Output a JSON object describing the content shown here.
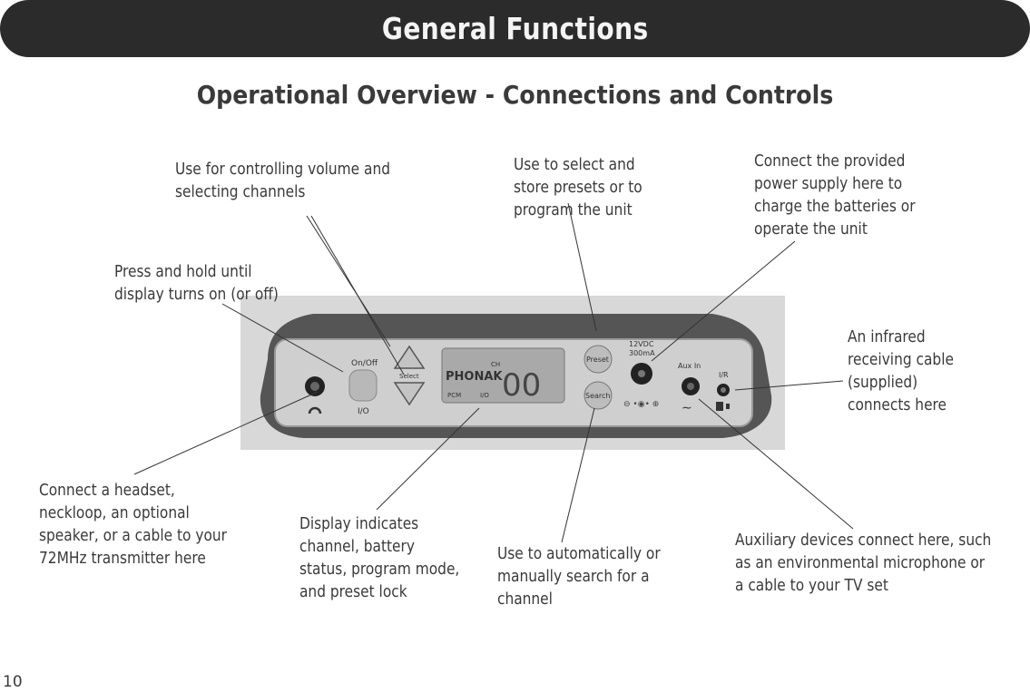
{
  "header": {
    "title": "General Functions"
  },
  "subtitle": "Operational Overview -  Connections and Controls",
  "callouts": {
    "volume": "Use for controlling volume and\nselecting channels",
    "preset": "Use to select and\nstore presets or to\nprogram the unit",
    "power": "Connect the provided\npower supply here to\ncharge the batteries or\noperate the unit",
    "onoff": "Press and hold until\ndisplay turns on (or off)",
    "infrared": "An infrared\nreceiving cable\n(supplied)\nconnects here",
    "headset": "Connect a headset,\nneckloop, an optional\nspeaker, or a cable to your\n72MHz transmitter here",
    "display": "Display indicates\nchannel, battery\nstatus, program mode,\nand preset lock",
    "search": "Use to automatically or\nmanually search for a\nchannel",
    "aux": "Auxiliary devices connect here, such\nas an environmental microphone or\na cable to your TV set"
  },
  "device": {
    "onoff_label": "On/Off",
    "onoff_sub": "I/O",
    "select_label": "Select",
    "brand": "PHONAK",
    "ch_label": "CH",
    "pcm_label": "PCM",
    "io_label": "I/O",
    "digits": "00",
    "preset_label": "Preset",
    "search_label": "Search",
    "power_rating_1": "12VDC",
    "power_rating_2": "300mA",
    "aux_label": "Aux In",
    "ir_label": "I/R"
  },
  "page_number": "10",
  "colors": {
    "banner": "#2b2b2b",
    "device_body": "#5a5a5a",
    "device_face": "#c9c9c9",
    "lcd": "#a9a9a9"
  }
}
